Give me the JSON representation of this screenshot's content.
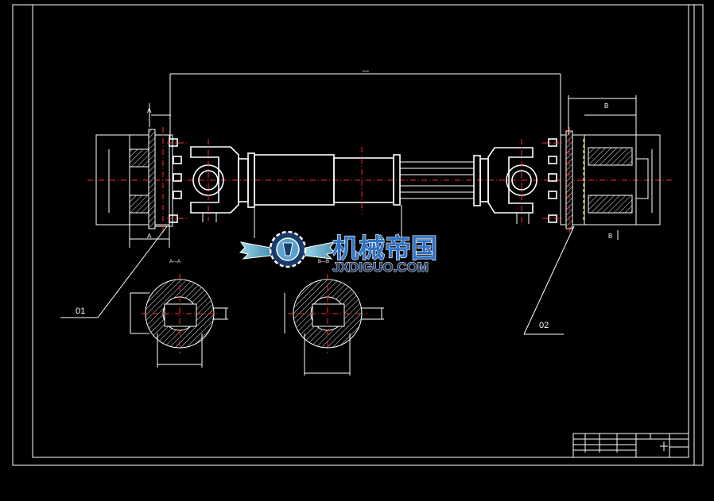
{
  "drawing": {
    "background": "#000000",
    "line_color": "#ffffff",
    "centerline_color": "#ff2a2a",
    "hidden_line_color": "#ffff00"
  },
  "labels": {
    "detail_01": "01",
    "detail_02": "02",
    "section_aa": "A—A",
    "section_bb": "B—B",
    "cut_a_top": "A",
    "cut_a_bottom": "A",
    "cut_b_top": "B",
    "cut_b_bottom": "B"
  },
  "watermark": {
    "chinese": "机械帝国",
    "english": "JXDIGUO.COM",
    "accent": "#2f74c8"
  }
}
